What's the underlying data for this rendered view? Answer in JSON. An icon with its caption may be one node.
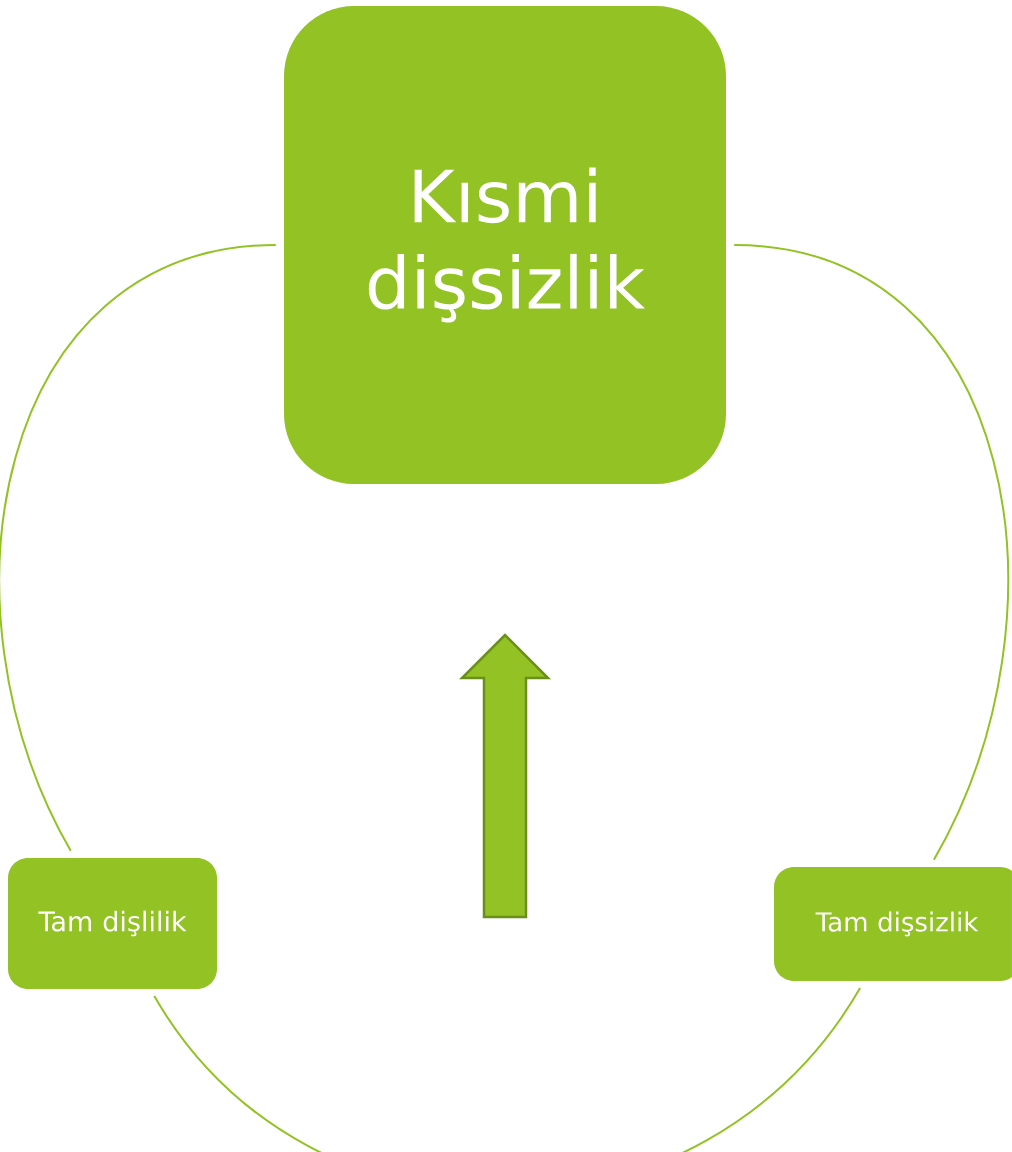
{
  "diagram": {
    "nodes": [
      {
        "text": [
          "Kısmi dişsizlik"
        ]
      },
      {
        "text": [
          "Tam dişlilik"
        ]
      },
      {
        "text": [
          "Tam dişsizlik"
        ]
      }
    ],
    "edges": [
      {
        "from": 0,
        "to": 2,
        "arrow": "none"
      },
      {
        "from": 2,
        "to": 1,
        "arrow": "none"
      },
      {
        "from": 1,
        "to": 0,
        "arrow": "none"
      }
    ]
  }
}
